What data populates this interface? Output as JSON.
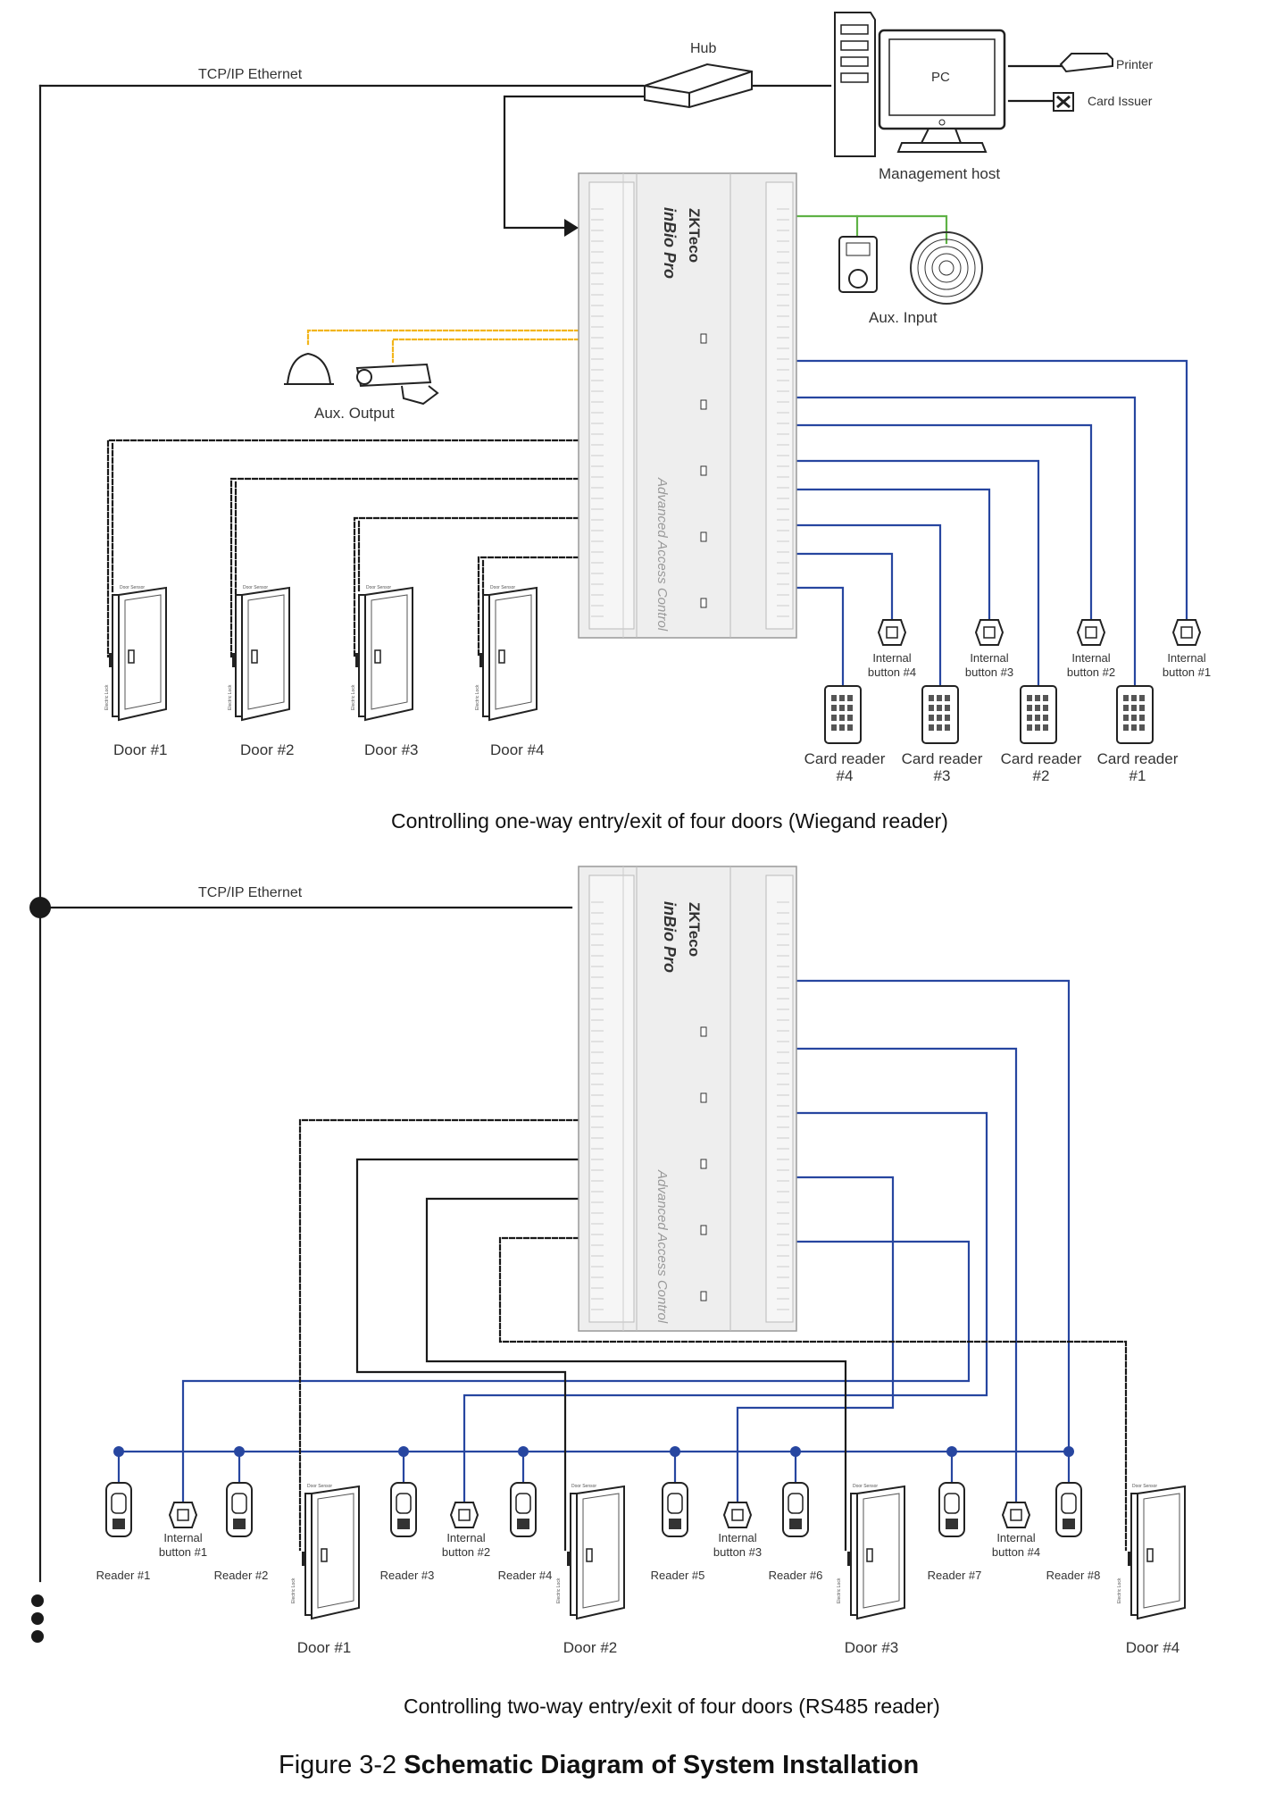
{
  "network": {
    "link_top": "TCP/IP Ethernet",
    "link_bottom": "TCP/IP Ethernet",
    "hub": "Hub",
    "pc": "PC",
    "printer": "Printer",
    "card_issuer": "Card Issuer",
    "host": "Management host"
  },
  "controller": {
    "brand": "ZKTeco",
    "model": "inBio Pro",
    "subtitle": "Advanced Access Control"
  },
  "top_section": {
    "aux_input": "Aux. Input",
    "aux_output": "Aux. Output",
    "door_sensor": "Door Sensor",
    "electric_lock": "Electric Lock",
    "doors": [
      "Door #1",
      "Door #2",
      "Door #3",
      "Door #4"
    ],
    "buttons": [
      [
        "Internal",
        "button #4"
      ],
      [
        "Internal",
        "button #3"
      ],
      [
        "Internal",
        "button #2"
      ],
      [
        "Internal",
        "button #1"
      ]
    ],
    "readers": [
      [
        "Card reader",
        "#4"
      ],
      [
        "Card reader",
        "#3"
      ],
      [
        "Card reader",
        "#2"
      ],
      [
        "Card reader",
        "#1"
      ]
    ],
    "caption": "Controlling one-way entry/exit of four doors (Wiegand reader)"
  },
  "bottom_section": {
    "door_sensor": "Door Sensor",
    "electric_lock": "Electric Lock",
    "readers": [
      "Reader #1",
      "Reader #2",
      "Reader #3",
      "Reader #4",
      "Reader #5",
      "Reader #6",
      "Reader #7",
      "Reader #8"
    ],
    "buttons": [
      [
        "Internal",
        "button #1"
      ],
      [
        "Internal",
        "button #2"
      ],
      [
        "Internal",
        "button #3"
      ],
      [
        "Internal",
        "button #4"
      ]
    ],
    "doors": [
      "Door #1",
      "Door #2",
      "Door #3",
      "Door #4"
    ],
    "caption": "Controlling two-way entry/exit of four doors (RS485 reader)"
  },
  "figure": {
    "number": "Figure 3-2 ",
    "title": "Schematic Diagram of System Installation"
  },
  "colors": {
    "wire_black": "#1a1a1a",
    "wire_blue": "#2746a0",
    "wire_green": "#5fb246",
    "wire_yellow": "#f2b51c",
    "device_gray": "#eeeeee"
  }
}
